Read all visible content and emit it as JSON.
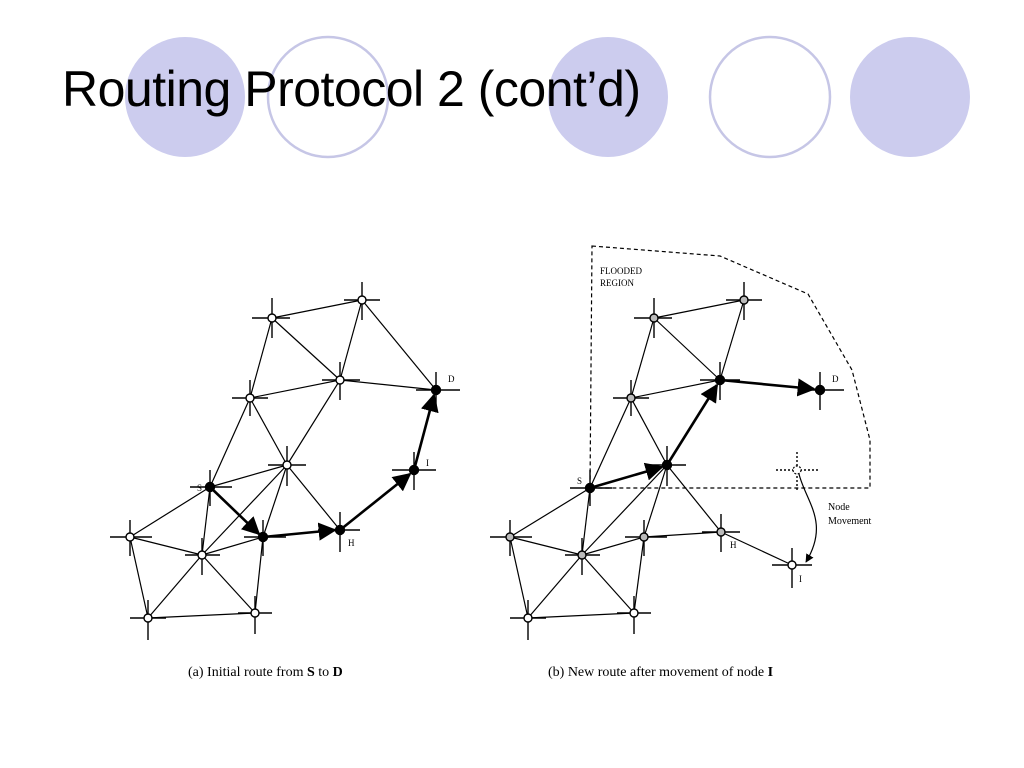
{
  "slide": {
    "title": "Routing Protocol 2 (cont’d)",
    "colors": {
      "circle_fill": "#ccccee",
      "circle_outline": "#c6c6e6"
    }
  },
  "diagram_a": {
    "caption_prefix": "(a) Initial route from ",
    "caption_source": "S",
    "caption_mid": " to ",
    "caption_dest": "D",
    "node_labels": {
      "S": "S",
      "H": "H",
      "I": "I",
      "D": "D"
    }
  },
  "diagram_b": {
    "caption_prefix": "(b) New route after movement of node ",
    "caption_node": "I",
    "region_label_line1": "FLOODED",
    "region_label_line2": "REGION",
    "movement_label_line1": "Node",
    "movement_label_line2": "Movement",
    "node_labels": {
      "S": "S",
      "H": "H",
      "I": "I",
      "D": "D"
    }
  }
}
